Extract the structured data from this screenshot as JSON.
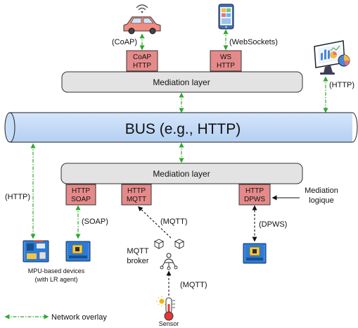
{
  "bus": {
    "label": "BUS (e.g., HTTP)"
  },
  "mediation": {
    "top_label": "Mediation layer",
    "bottom_label": "Mediation layer"
  },
  "adapters": {
    "coap_l1": "CoAP",
    "coap_l2": "HTTP",
    "ws_l1": "WS",
    "ws_l2": "HTTP",
    "soap_l1": "HTTP",
    "soap_l2": "SOAP",
    "mqtt_l1": "HTTP",
    "mqtt_l2": "MQTT",
    "dpws_l1": "HTTP",
    "dpws_l2": "DPWS"
  },
  "links": {
    "coap": "(CoAP)",
    "websockets": "(WebSockets)",
    "http_dashboard": "(HTTP)",
    "http_left": "(HTTP)",
    "soap": "(SOAP)",
    "mqtt_upper": "(MQTT)",
    "mqtt_lower": "(MQTT)",
    "dpws": "(DPWS)"
  },
  "labels": {
    "mediation_logique_l1": "Mediation",
    "mediation_logique_l2": "logique",
    "mqtt_broker_l1": "MQTT",
    "mqtt_broker_l2": "broker",
    "mpu_devices_l1": "MPU-based devices",
    "mpu_devices_l2": "(with LR agent)",
    "sensor": "Sensor"
  },
  "legend": {
    "network_overlay": "Network overlay"
  },
  "colors": {
    "bus_fill": "#bcd6f5",
    "mediation_fill": "#e3e3e3",
    "adapter_fill": "#e58a8a",
    "overlay_link": "#2fa82f",
    "board_blue": "#2c7bd6"
  },
  "icons": [
    "car-wifi-icon",
    "smartphone-icon",
    "dashboard-monitor-icon",
    "circuit-board-icon",
    "broker-network-icon",
    "thermometer-sensor-icon"
  ]
}
